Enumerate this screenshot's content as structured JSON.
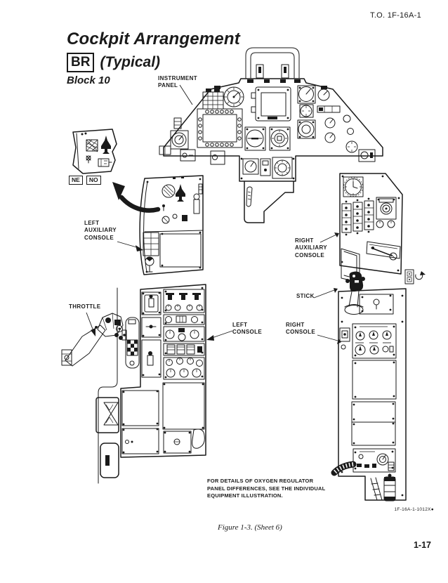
{
  "page": {
    "header_right": "T.O. 1F-16A-1",
    "figure_caption": "Figure 1-3. (Sheet 6)",
    "page_number": "1-17",
    "drawing_number": "1F-16A-1-1012X●"
  },
  "title": {
    "line1": "Cockpit Arrangement",
    "badge": "BR",
    "suffix": "(Typical)",
    "block": "Block 10"
  },
  "badges": {
    "ne": "NE",
    "no": "NO"
  },
  "callouts": {
    "instrument_panel": "INSTRUMENT\nPANEL",
    "left_auxiliary_console": "LEFT\nAUXILIARY\nCONSOLE",
    "throttle": "THROTTLE",
    "left_console": "LEFT\nCONSOLE",
    "right_auxiliary_console": "RIGHT\nAUXILIARY\nCONSOLE",
    "stick": "STICK",
    "right_console": "RIGHT\nCONSOLE"
  },
  "note": {
    "text": "FOR DETAILS OF OXYGEN REGULATOR\nPANEL DIFFERENCES, SEE THE INDIVIDUAL\nEQUIPMENT ILLUSTRATION."
  },
  "colors": {
    "ink": "#1a1a1a",
    "paper": "#ffffff"
  }
}
